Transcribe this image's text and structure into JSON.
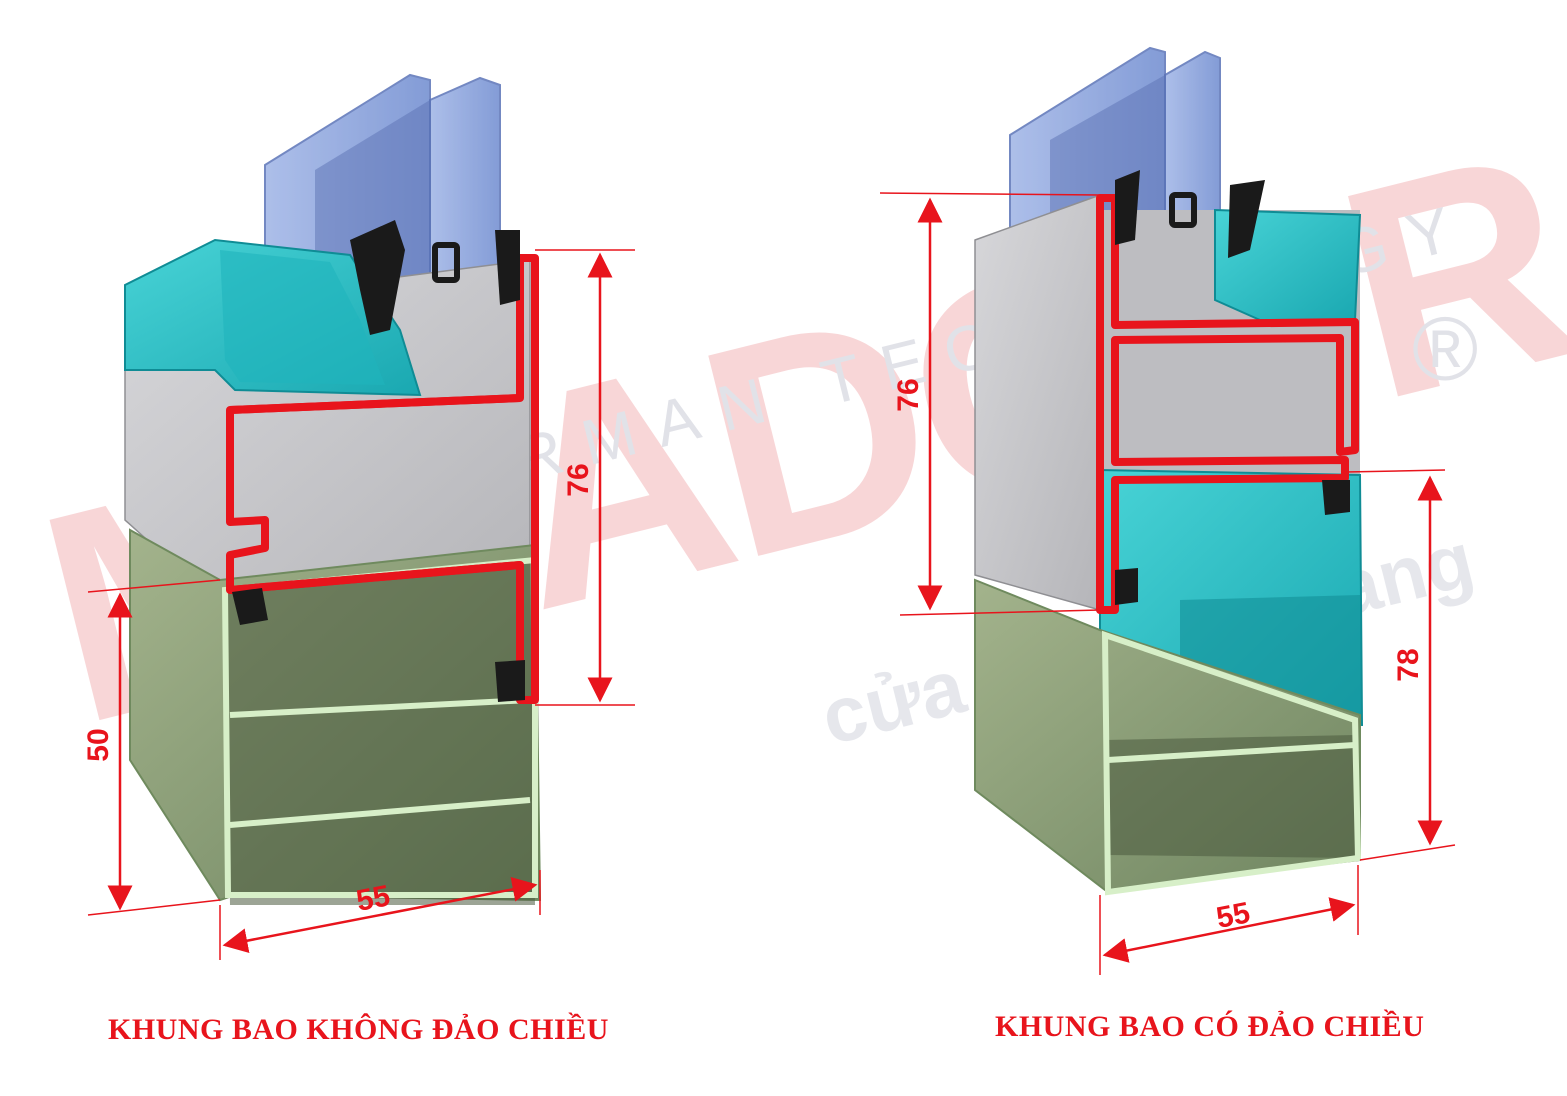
{
  "watermark": {
    "brand": "MITADOOR",
    "tagline": "GERMAN TECHNOLOGY",
    "slogan": "cửa đẹp nhà sang",
    "registered": "®",
    "brand_color": "#e8141c",
    "gray_color": "#c9ccd6"
  },
  "left_diagram": {
    "caption": "KHUNG BAO KHÔNG ĐẢO CHIỀU",
    "dim_height_sash": "76",
    "dim_height_frame": "50",
    "dim_width": "55"
  },
  "right_diagram": {
    "caption": "KHUNG BAO CÓ ĐẢO CHIỀU",
    "dim_height_sash": "76",
    "dim_height_frame": "78",
    "dim_width": "55"
  },
  "colors": {
    "accent_red": "#e8141c",
    "glass_blue": "#7f9bd8",
    "bead_teal": "#2fc3c9",
    "frame_green": "#8fa27a",
    "profile_gray": "#c8c8cc",
    "gasket_black": "#1a1a1a"
  }
}
